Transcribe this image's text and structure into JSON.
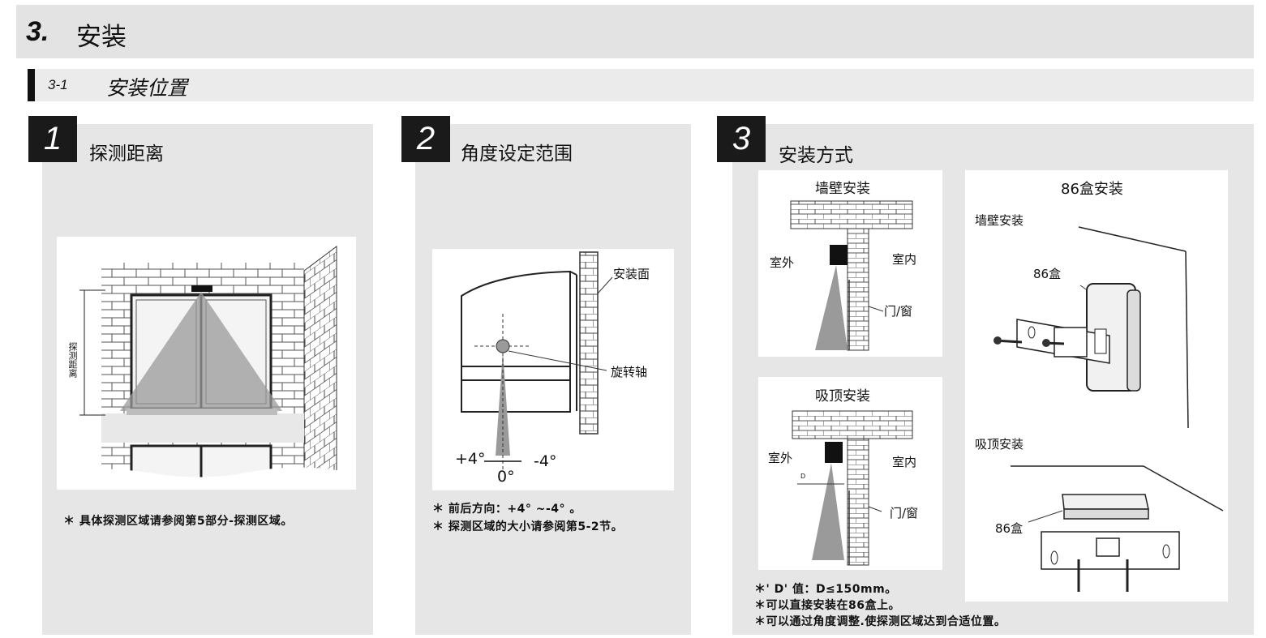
{
  "header": {
    "section_number": "3.",
    "section_title": "安装"
  },
  "subheader": {
    "number": "3-1",
    "title": "安装位置"
  },
  "panels": [
    {
      "badge": "1",
      "title": "探测距离",
      "diagram_labels": {
        "vertical": "探测距离"
      },
      "notes": [
        "＊ 具体探测区域请参阅第5部分-探测区域。"
      ]
    },
    {
      "badge": "2",
      "title": "角度设定范围",
      "diagram_labels": {
        "surface": "安装面",
        "axis": "旋转轴",
        "plus": "+4°",
        "minus": "-4°",
        "zero": "0°"
      },
      "notes": [
        "＊ 前后方向：+4° ~-4° 。",
        "＊ 探测区域的大小请参阅第5-2节。"
      ]
    },
    {
      "badge": "3",
      "title": "安装方式",
      "wall": {
        "title": "墙壁安装",
        "outside": "室外",
        "inside": "室内",
        "door": "门/窗"
      },
      "ceiling": {
        "title": "吸顶安装",
        "outside": "室外",
        "inside": "室内",
        "door": "门/窗",
        "d_mark": "D"
      },
      "box86": {
        "title": "86盒安装",
        "wall_label": "墙壁安装",
        "box_label_1": "86盒",
        "ceiling_label": "吸顶安装",
        "box_label_2": "86盒"
      },
      "notes": [
        "＊' D' 值：D≤150mm。",
        "＊可以直接安装在86盒上。",
        "＊可以通过角度调整.使探测区域达到合适位置。"
      ]
    }
  ]
}
